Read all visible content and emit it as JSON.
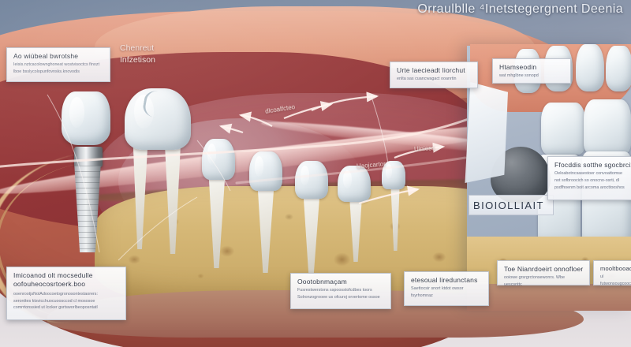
{
  "illustration": {
    "title": "Orraulblle ⁴Inetstegergnent Deenia",
    "kind": "medical-illustration",
    "subject": "dental implant osseointegration cross-section"
  },
  "palette": {
    "background_top": "#6d7f99",
    "background_bottom": "#e7e2e4",
    "gum_light": "#e5a287",
    "gum_dark": "#8e3336",
    "mucosa": "#a8535 9",
    "bone": "#d6b877",
    "tooth_enamel": "#f2f5f7",
    "implant_metal": "#b4b9bd",
    "inset_panel": "#a9b5c6",
    "callout_bg": "#fafbfd",
    "callout_title": "#3b4250",
    "callout_body": "#6c7487"
  },
  "gum_labels": [
    {
      "name": "chronic-infection-label",
      "text": "Chenreut\nInfzetison"
    }
  ],
  "arrow_labels": [
    {
      "name": "arrow-label-upper-left",
      "text": "dlcoalfcteo"
    },
    {
      "name": "arrow-label-right",
      "text": "Uiniess"
    },
    {
      "name": "arrow-label-lower",
      "text": "Uaojcartor"
    }
  ],
  "inset": {
    "heading": "BIOIOLLIAIT"
  },
  "callouts": [
    {
      "name": "callout-top-left",
      "title": "Ao wiùbeal bwrotshe",
      "body": "Ieisis.nztcacolownghoneat wostvisoctcs\nfinozt lboe bsslycolopunfovnsks.knovodis"
    },
    {
      "name": "callout-top-center",
      "title": "Urte laecieadt liorchut",
      "body": "enlta sas cuancwagact ooanrtin"
    },
    {
      "name": "callout-top-right",
      "title": "Htamseodin",
      "body": "wat mhglbne sonopd"
    },
    {
      "name": "callout-inset-right",
      "title": "Ffocddis sotthe sgocbrcix tos",
      "body": "Oeloabotncsasestoer convoattomse not\nsofbroocich so onocno-osrti, dl psdfhoenm\nboit arcoma arocttooshos"
    },
    {
      "name": "callout-bottom-left",
      "title": "Imicoanod olt mocsedulle\noofouheocosrtoerk.boo",
      "body": "ooenrootjsNolAdoocoetogronosontestaorers:\nseronttes ktsvicchuocuoosccod cl mososoe\ncomrrtonssied ut lcoker gsrtsworlbeoposntatl"
    },
    {
      "name": "callout-bottom-center",
      "title": "Oootobnmaçam",
      "body": "Fusrestwerstons sspoosstofcdbes toors\nSolronzogrooee us ofcuroj orvertome ossoe"
    },
    {
      "name": "callout-bottom-center-right",
      "title": "etesoual liredunctans",
      "body": "Saettocsir snort ktdot owsor\nfsyrhomnaz"
    },
    {
      "name": "callout-bottom-right-a",
      "title": "Toe Nianrdoeirt onnofloer",
      "body": "ooiowe grsrgrctonsewonrs. Wbe uescsnttc"
    },
    {
      "name": "callout-bottom-right-b",
      "title": "mooltbooad",
      "body": "ul futwonsougcooc"
    }
  ]
}
